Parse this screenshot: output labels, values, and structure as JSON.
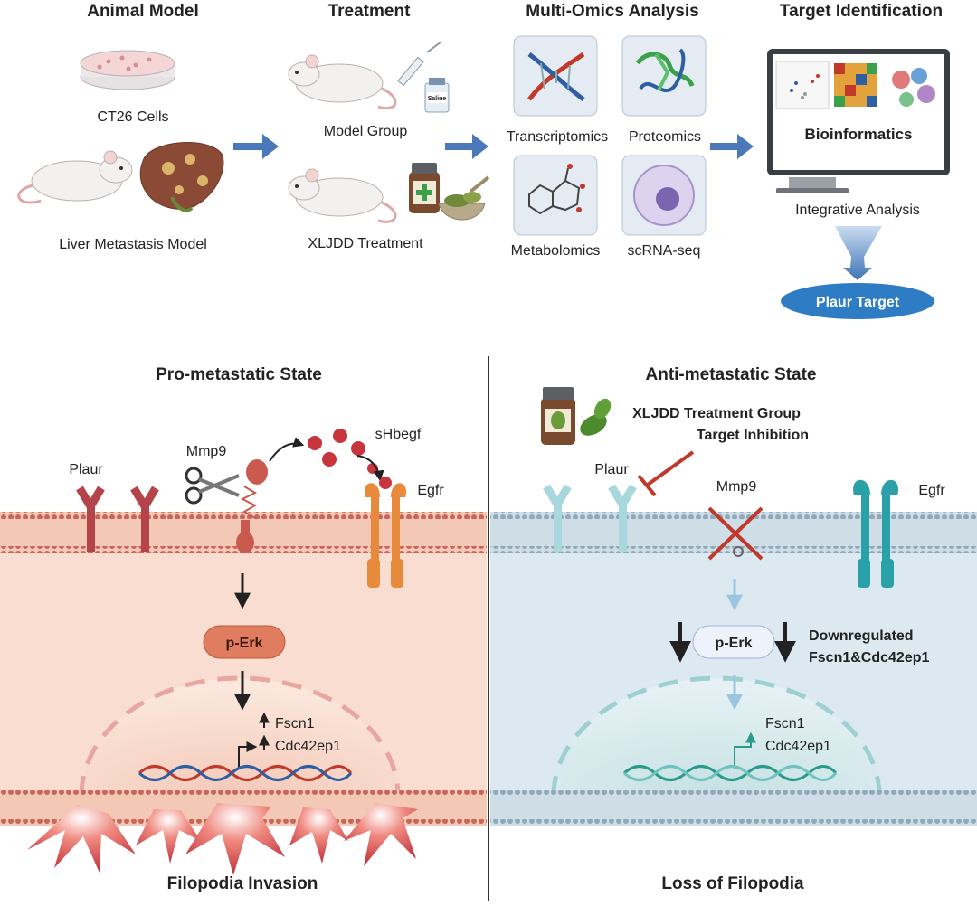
{
  "stages": {
    "animal_model": "Animal Model",
    "treatment": "Treatment",
    "multi_omics": "Multi-Omics Analysis",
    "target_identification": "Target Identification"
  },
  "animal": {
    "cells_label": "CT26 Cells",
    "model_label": "Liver Metastasis Model"
  },
  "treatment": {
    "model_group": "Model Group",
    "xljdd_group": "XLJDD Treatment",
    "saline_label": "Saline"
  },
  "omics": {
    "transcriptomics": "Transcriptomics",
    "proteomics": "Proteomics",
    "metabolomics": "Metabolomics",
    "scrna": "scRNA-seq"
  },
  "target": {
    "bioinformatics": "Bioinformatics",
    "integrative": "Integrative Analysis",
    "plaur_target": "Plaur Target"
  },
  "pro": {
    "title": "Pro-metastatic State",
    "plaur": "Plaur",
    "mmp9": "Mmp9",
    "shbegf": "sHbegf",
    "egfr": "Egfr",
    "perk": "p-Erk",
    "fscn1": "Fscn1",
    "cdc42ep1": "Cdc42ep1",
    "footer": "Filopodia Invasion"
  },
  "anti": {
    "title": "Anti-metastatic State",
    "group_line1": "XLJDD Treatment Group",
    "group_line2": "Target Inhibition",
    "plaur": "Plaur",
    "mmp9": "Mmp9",
    "egfr": "Egfr",
    "perk": "p-Erk",
    "down_line1": "Downregulated",
    "down_line2": "Fscn1&Cdc42ep1",
    "fscn1": "Fscn1",
    "cdc42ep1": "Cdc42ep1",
    "footer": "Loss of Filopodia"
  },
  "colors": {
    "arrow_blue": "#4a78b8",
    "pill_blue": "#2e7cc4",
    "pro_bg": "#f8ddd0",
    "anti_bg": "#dde9f0",
    "receptor_red": "#b5444a",
    "receptor_orange": "#e88a3c",
    "receptor_light": "#a8d8de",
    "receptor_teal": "#2aa0a8",
    "inhibit_red": "#c0392b"
  }
}
